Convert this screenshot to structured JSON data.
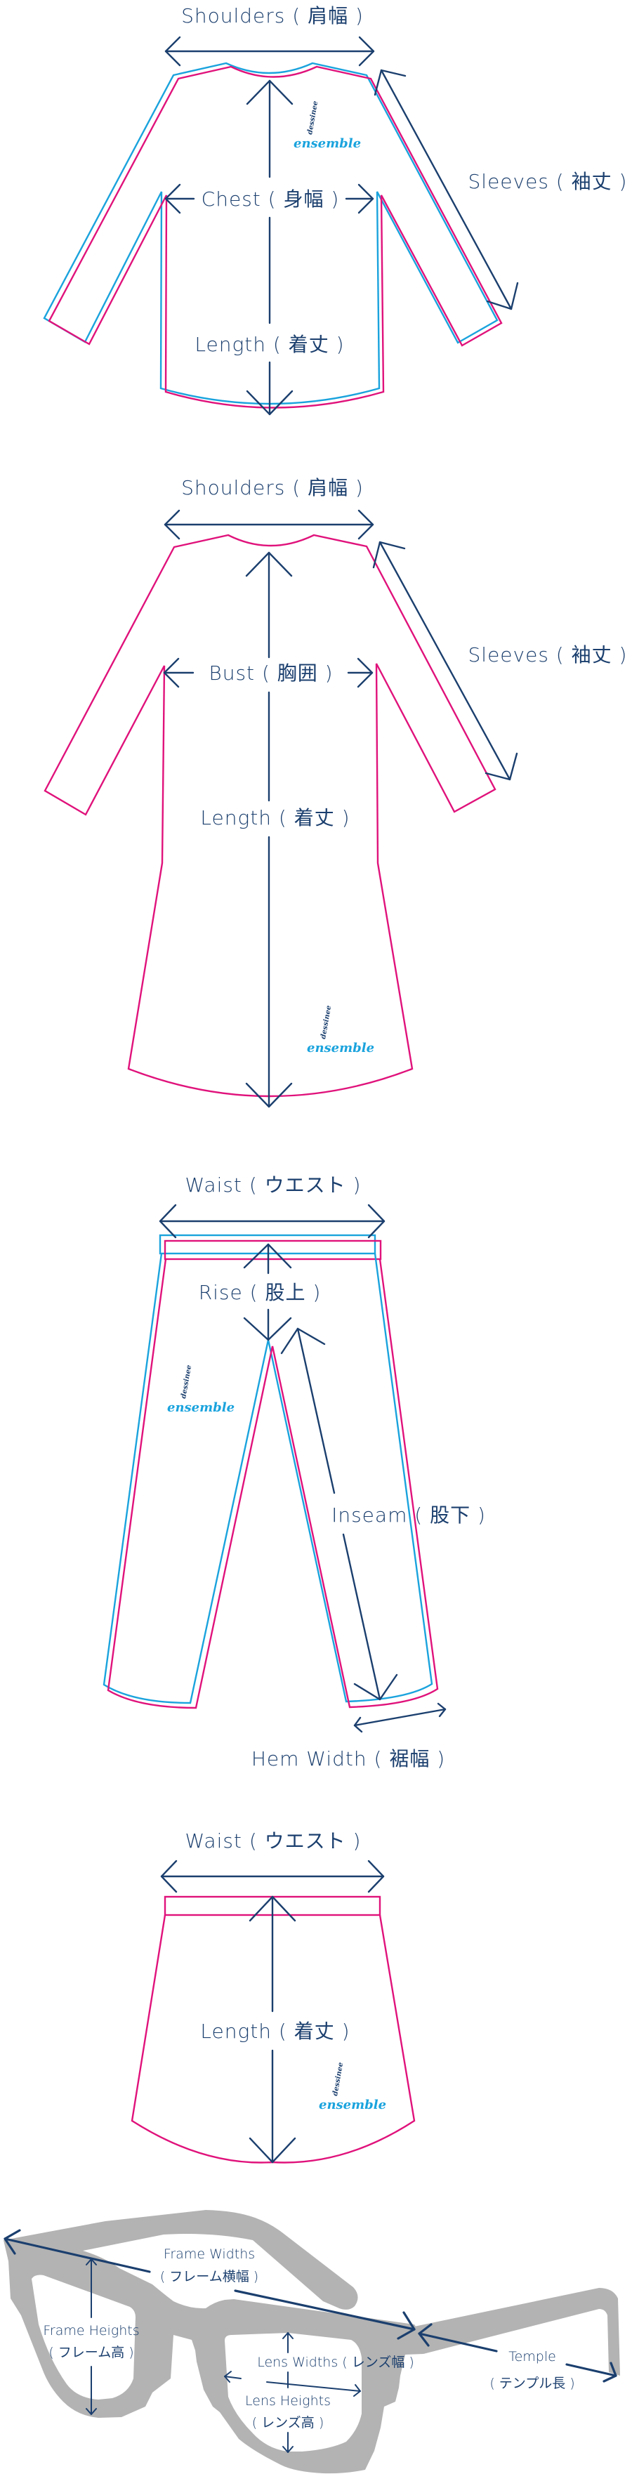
{
  "colors": {
    "dimension_line": "#1b3f6e",
    "outline_primary": "#e0127b",
    "outline_secondary": "#1aa3dd",
    "glasses_fill": "#b3b3b3"
  },
  "logo": {
    "horizontal_word": "ensemble",
    "vertical_word": "dessinee"
  },
  "shirt": {
    "shoulders": "Shoulders ( 肩幅 )",
    "chest": "Chest ( 身幅 )",
    "length": "Length ( 着丈 )",
    "sleeves": "Sleeves ( 袖丈 )"
  },
  "dress": {
    "shoulders": "Shoulders ( 肩幅 )",
    "bust": "Bust ( 胸囲 )",
    "length": "Length ( 着丈 )",
    "sleeves": "Sleeves ( 袖丈 )"
  },
  "pants": {
    "waist": "Waist ( ウエスト )",
    "rise": "Rise ( 股上 )",
    "inseam": "Inseam ( 股下 )",
    "hem_width": "Hem Width ( 裾幅 )"
  },
  "skirt": {
    "waist": "Waist ( ウエスト )",
    "length": "Length ( 着丈 )"
  },
  "glasses": {
    "frame_widths": "Frame Widths",
    "frame_widths_jp": "( フレーム横幅 )",
    "frame_heights": "Frame Heights",
    "frame_heights_jp": "( フレーム高 )",
    "lens_widths": "Lens Widths ( レンズ幅 )",
    "lens_heights": "Lens Heights",
    "lens_heights_jp": "( レンズ高 )",
    "temple": "Temple",
    "temple_jp": "( テンプル長 )"
  }
}
